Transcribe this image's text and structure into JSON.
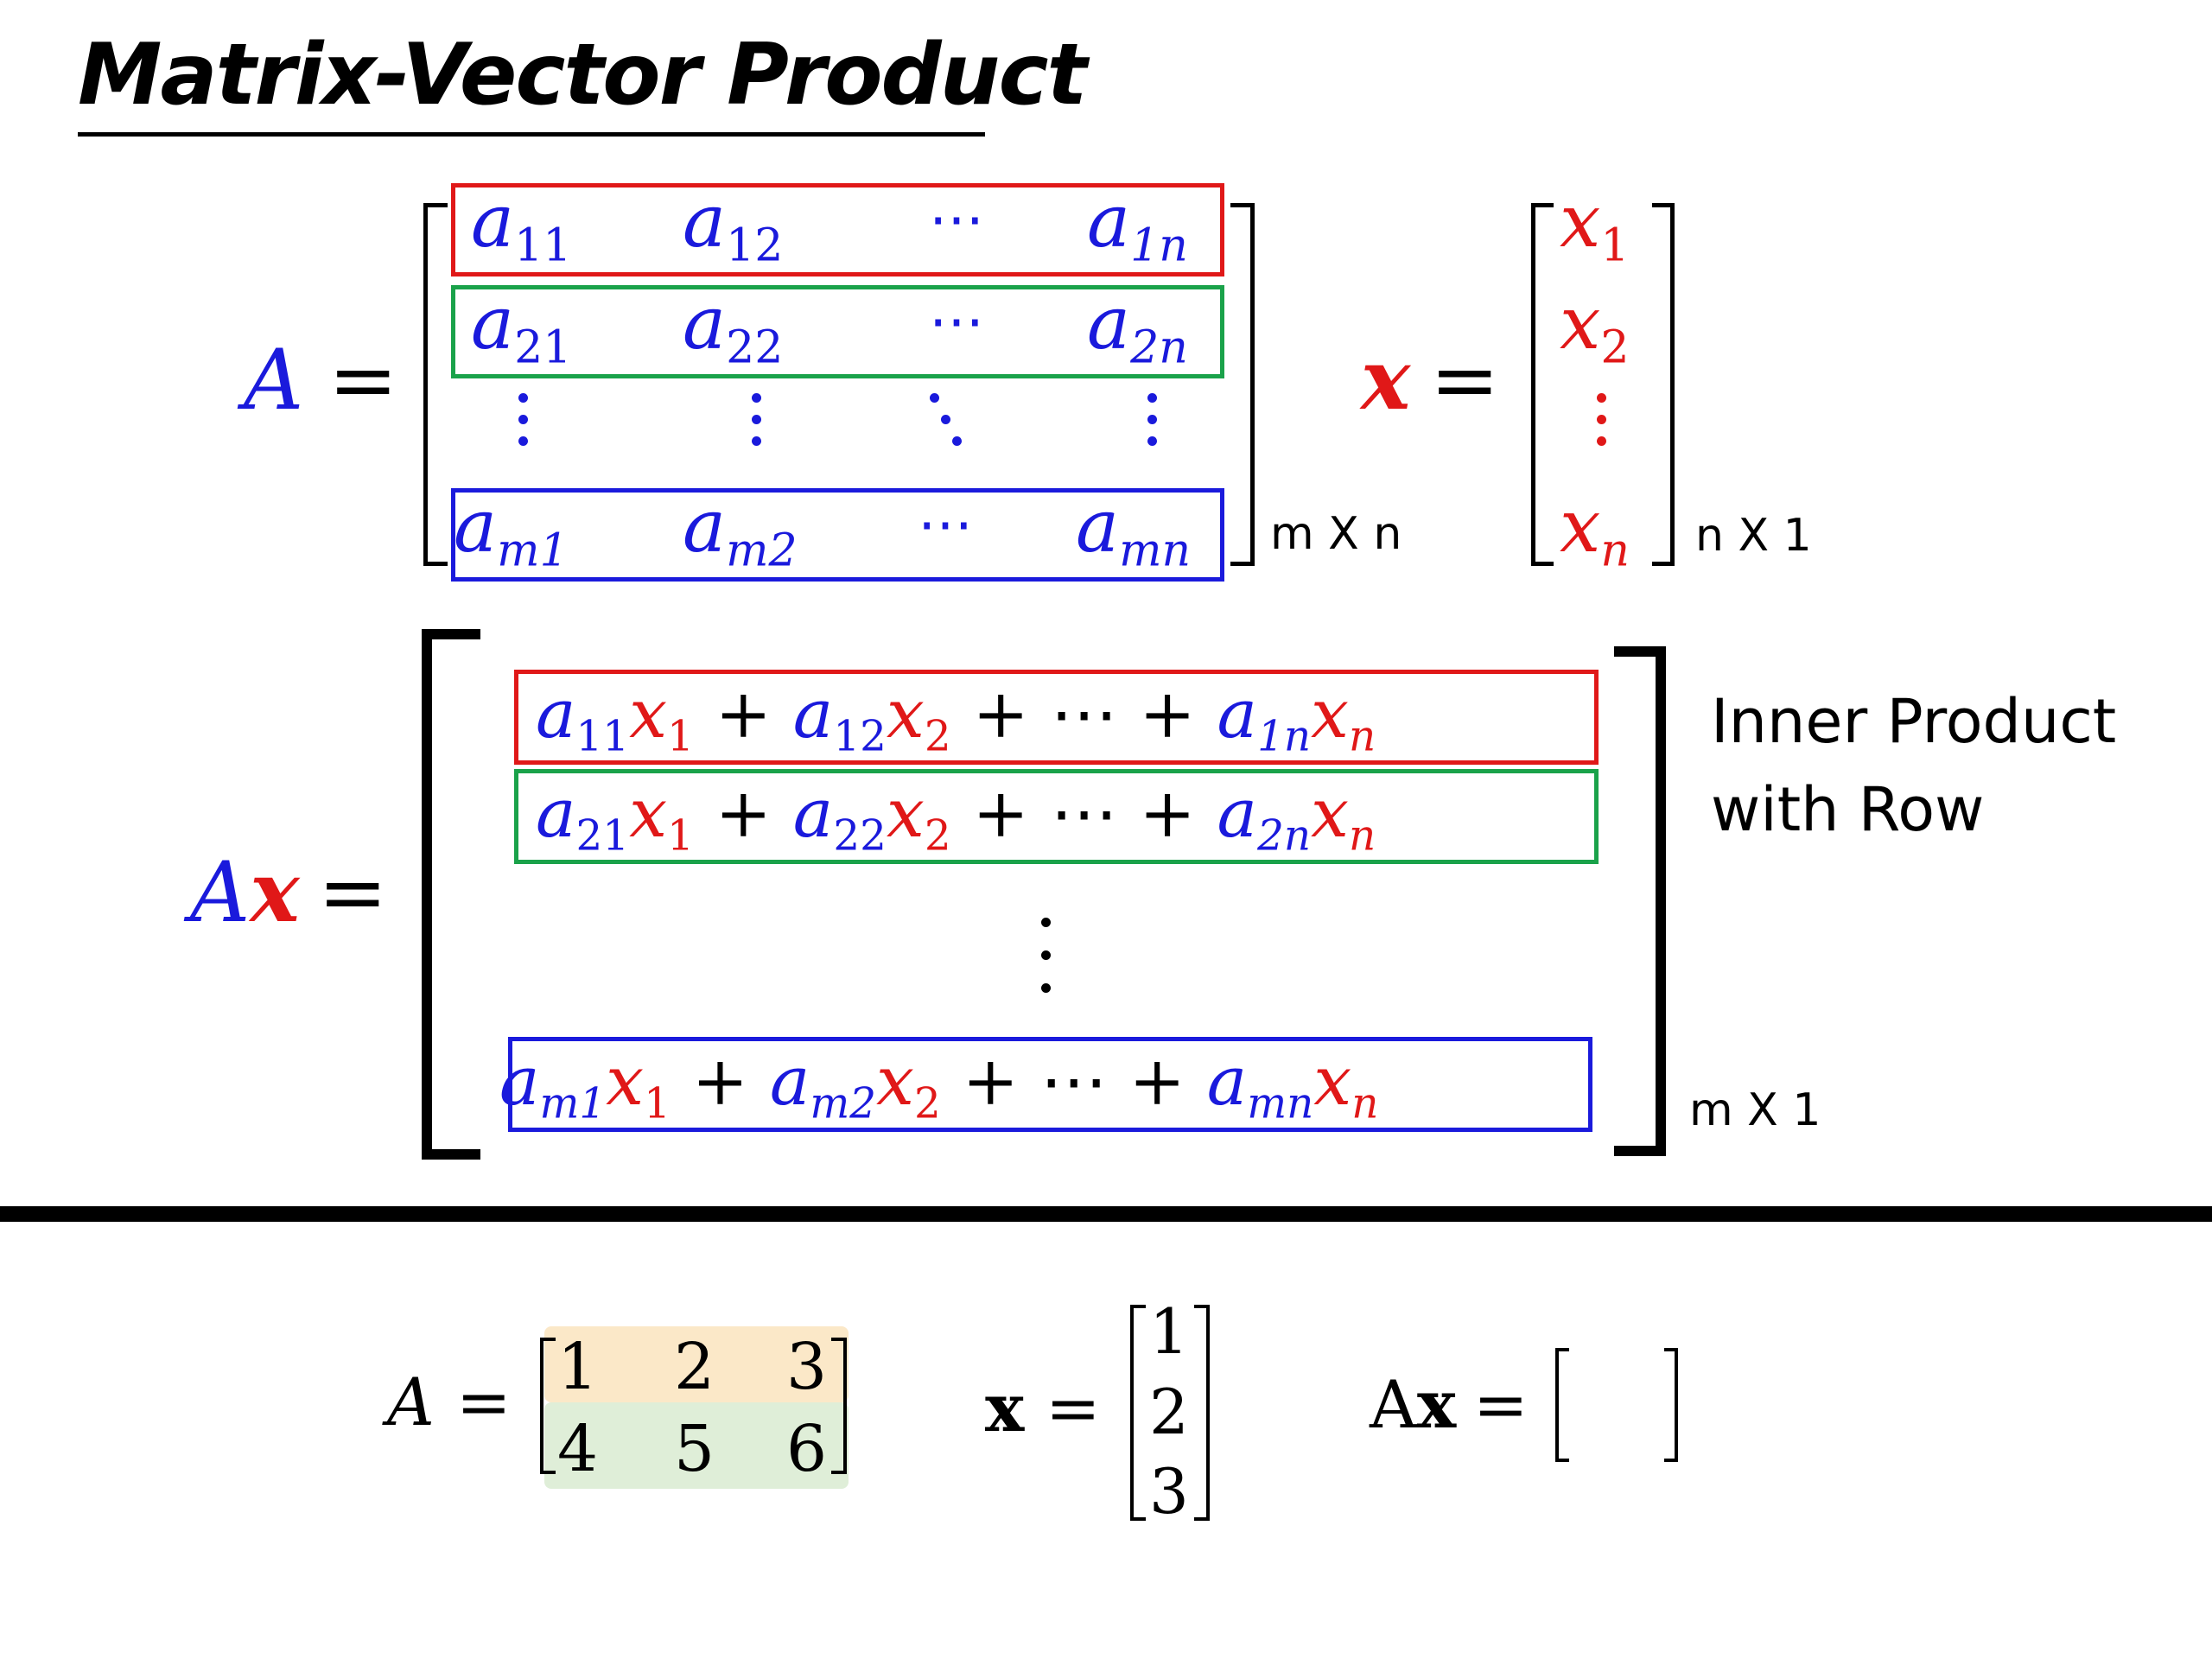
{
  "title": "Matrix-Vector Product",
  "matrix_A": {
    "name": "A",
    "equals": "=",
    "row1": [
      "11",
      "12",
      "1n"
    ],
    "row2": [
      "21",
      "22",
      "2n"
    ],
    "rowm": [
      "m1",
      "m2",
      "mn"
    ],
    "base": "a",
    "hdots": "⋯",
    "size_label": "m X n"
  },
  "vector_x": {
    "name": "x",
    "equals": "=",
    "base": "x",
    "subs": [
      "1",
      "2",
      "n"
    ],
    "size_label": "n X 1"
  },
  "product": {
    "lhs_A": "A",
    "lhs_x": "x",
    "equals": "=",
    "plus": "+",
    "cdots": "⋯",
    "rows": [
      {
        "a1": "11",
        "x1": "1",
        "a2": "12",
        "x2": "2",
        "an": "1n",
        "xn": "n"
      },
      {
        "a1": "21",
        "x1": "1",
        "a2": "22",
        "x2": "2",
        "an": "2n",
        "xn": "n"
      },
      {
        "a1": "m1",
        "x1": "1",
        "a2": "m2",
        "x2": "2",
        "an": "mn",
        "xn": "n"
      }
    ],
    "size_label": "m X 1",
    "note_line1": "Inner Product",
    "note_line2": "with Row"
  },
  "example": {
    "A_label": "A",
    "x_label": "x",
    "Ax_label_A": "A",
    "Ax_label_x": "x",
    "equals": "=",
    "A_rows": [
      [
        "1",
        "2",
        "3"
      ],
      [
        "4",
        "5",
        "6"
      ]
    ],
    "x_values": [
      "1",
      "2",
      "3"
    ],
    "row1_highlight": "#fbe8c8",
    "row2_highlight": "#dfeed8"
  },
  "colors": {
    "matrix_blue": "#1a1adc",
    "vector_red": "#e01818",
    "row1_box": "#e01818",
    "row2_box": "#1aa24a",
    "rowm_box": "#1a1adc"
  }
}
